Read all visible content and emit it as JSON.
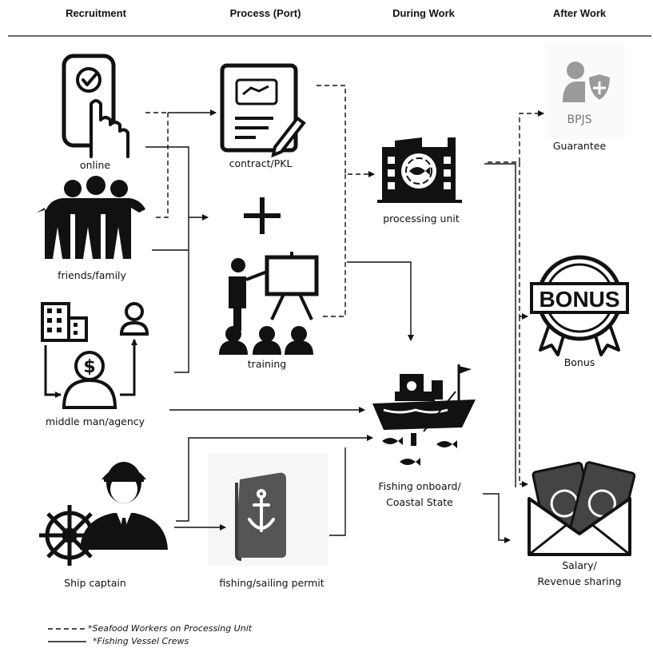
{
  "headers": {
    "recruitment": "Recruitment",
    "process": "Process (Port)",
    "during": "During Work",
    "after": "After Work"
  },
  "nodes": {
    "online": "online",
    "friends": "friends/family",
    "agency": "middle man/agency",
    "captain": "Ship captain",
    "contract": "contract/PKL",
    "training": "training",
    "permit": "fishing/sailing permit",
    "processing": "processing unit",
    "fishing_line1": "Fishing onboard/",
    "fishing_line2": "Coastal State",
    "bpjs_text": "BPJS",
    "guarantee": "Guarantee",
    "bonus_badge": "BONUS",
    "bonus": "Bonus",
    "salary_line1": "Salary/",
    "salary_line2": "Revenue sharing"
  },
  "legend": {
    "dashed": "*Seafood Workers on Processing Unit",
    "solid": "*Fishing Vessel Crews"
  }
}
